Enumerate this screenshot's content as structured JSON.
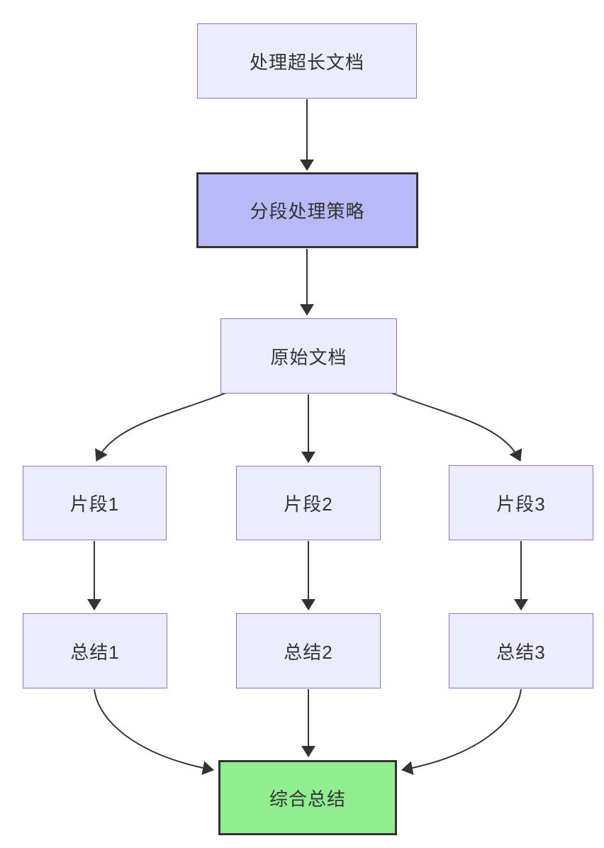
{
  "diagram": {
    "type": "flowchart",
    "direction": "top-down",
    "background": "#ffffff"
  },
  "colors": {
    "node_fill_default": "#ECECFF",
    "node_border_default": "#9370DB",
    "node_fill_strategy": "#B9B9F8",
    "node_fill_final": "#90EE90",
    "emphasis_border": "#333333",
    "edge_stroke": "#333333",
    "text": "#333333"
  },
  "nodes": {
    "A": {
      "id": "A",
      "label": "处理超长文档",
      "fill": "#ECECFF",
      "border": "#9370DB"
    },
    "B": {
      "id": "B",
      "label": "分段处理策略",
      "fill": "#B9B9F8",
      "border": "#333333"
    },
    "C": {
      "id": "C",
      "label": "原始文档",
      "fill": "#ECECFF",
      "border": "#9370DB"
    },
    "D1": {
      "id": "D1",
      "label": "片段1",
      "fill": "#ECECFF",
      "border": "#9370DB"
    },
    "D2": {
      "id": "D2",
      "label": "片段2",
      "fill": "#ECECFF",
      "border": "#9370DB"
    },
    "D3": {
      "id": "D3",
      "label": "片段3",
      "fill": "#ECECFF",
      "border": "#9370DB"
    },
    "E1": {
      "id": "E1",
      "label": "总结1",
      "fill": "#ECECFF",
      "border": "#9370DB"
    },
    "E2": {
      "id": "E2",
      "label": "总结2",
      "fill": "#ECECFF",
      "border": "#9370DB"
    },
    "E3": {
      "id": "E3",
      "label": "总结3",
      "fill": "#ECECFF",
      "border": "#9370DB"
    },
    "F": {
      "id": "F",
      "label": "综合总结",
      "fill": "#90EE90",
      "border": "#333333"
    }
  },
  "edges": [
    {
      "from": "处理超长文档",
      "to": "分段处理策略",
      "style": "arrow"
    },
    {
      "from": "分段处理策略",
      "to": "原始文档",
      "style": "arrow"
    },
    {
      "from": "原始文档",
      "to": "片段1",
      "style": "arrow"
    },
    {
      "from": "原始文档",
      "to": "片段2",
      "style": "arrow"
    },
    {
      "from": "原始文档",
      "to": "片段3",
      "style": "arrow"
    },
    {
      "from": "片段1",
      "to": "总结1",
      "style": "arrow"
    },
    {
      "from": "片段2",
      "to": "总结2",
      "style": "arrow"
    },
    {
      "from": "片段3",
      "to": "总结3",
      "style": "arrow"
    },
    {
      "from": "总结1",
      "to": "综合总结",
      "style": "arrow"
    },
    {
      "from": "总结2",
      "to": "综合总结",
      "style": "arrow"
    },
    {
      "from": "总结3",
      "to": "综合总结",
      "style": "arrow"
    }
  ]
}
